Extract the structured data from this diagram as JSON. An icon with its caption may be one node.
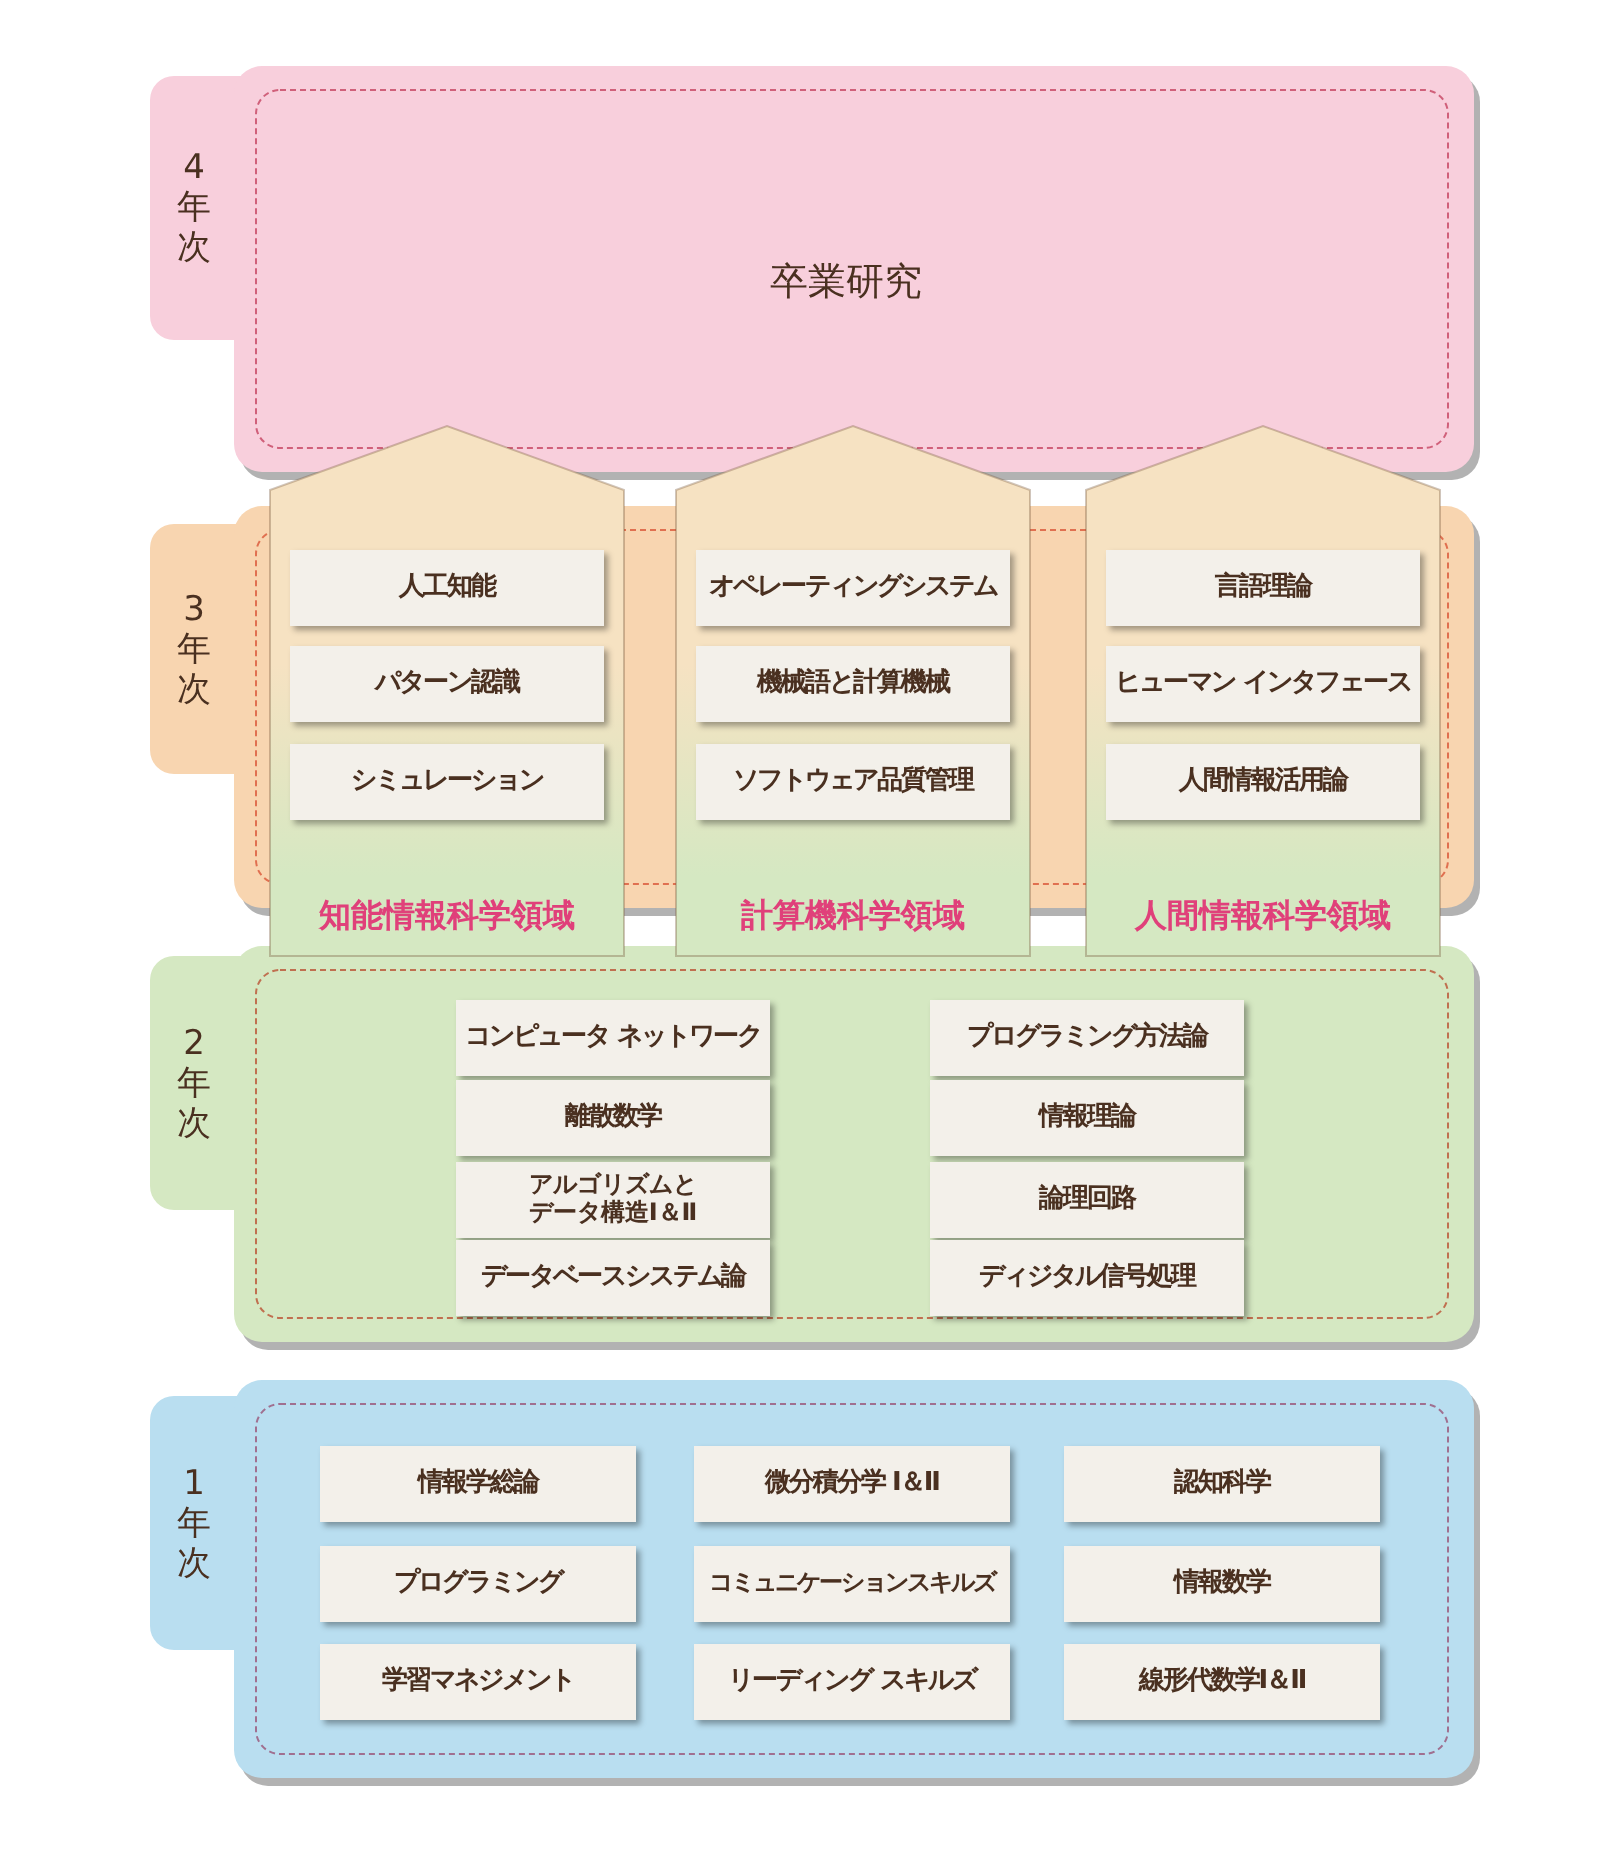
{
  "diagram": {
    "nodes": [
      {
        "text": [
          "4年次",
          "卒業研究"
        ]
      },
      {
        "text": [
          "3年次"
        ]
      },
      {
        "text": [
          "知能情報科学領域"
        ]
      },
      {
        "text": [
          "人工知能"
        ]
      },
      {
        "text": [
          "パターン認識"
        ]
      },
      {
        "text": [
          "シミュレーション"
        ]
      },
      {
        "text": [
          "計算機科学領域"
        ]
      },
      {
        "text": [
          "オペレーティングシステム"
        ]
      },
      {
        "text": [
          "機械語と計算機械"
        ]
      },
      {
        "text": [
          "ソフトウェア品質管理"
        ]
      },
      {
        "text": [
          "人間情報科学領域"
        ]
      },
      {
        "text": [
          "言語理論"
        ]
      },
      {
        "text": [
          "ヒューマン インタフェース"
        ]
      },
      {
        "text": [
          "人間情報活用論"
        ]
      },
      {
        "text": [
          "2年次"
        ]
      },
      {
        "text": [
          "コンピュータ ネットワーク"
        ],
        "in": 14
      },
      {
        "text": [
          "プログラミング方法論"
        ],
        "in": 14
      },
      {
        "text": [
          "離散数学"
        ],
        "in": 14
      },
      {
        "text": [
          "情報理論"
        ],
        "in": 14
      },
      {
        "text": [
          "アルゴリズムとデータ構造Ⅰ＆Ⅱ"
        ],
        "in": 14
      },
      {
        "text": [
          "論理回路"
        ],
        "in": 14
      },
      {
        "text": [
          "データベースシステム論"
        ],
        "in": 14
      },
      {
        "text": [
          "ディジタル信号処理"
        ],
        "in": 14
      },
      {
        "text": [
          "1年次"
        ]
      },
      {
        "text": [
          "情報学総論"
        ],
        "in": 23
      },
      {
        "text": [
          "微分積分学 Ⅰ＆Ⅱ"
        ],
        "in": 23
      },
      {
        "text": [
          "認知科学"
        ],
        "in": 23
      },
      {
        "text": [
          "プログラミング"
        ],
        "in": 23
      },
      {
        "text": [
          "コミュニケーションスキルズ"
        ],
        "in": 23
      },
      {
        "text": [
          "情報数学"
        ],
        "in": 23
      },
      {
        "text": [
          "学習マネジメント"
        ],
        "in": 23
      },
      {
        "text": [
          "リーディング スキルズ"
        ],
        "in": 23
      },
      {
        "text": [
          "線形代数学Ⅰ＆Ⅱ"
        ],
        "in": 23
      }
    ]
  }
}
